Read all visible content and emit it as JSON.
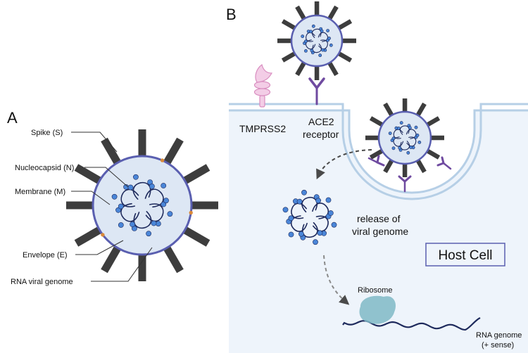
{
  "panel_a": {
    "letter": "A",
    "labels": {
      "spike": "Spike (S)",
      "nucleocapsid": "Nucleocapsid (N)",
      "membrane": "Membrane (M)",
      "envelope": "Envelope (E)",
      "rna": "RNA viral genome"
    }
  },
  "panel_b": {
    "letter": "B",
    "labels": {
      "tmprss2": "TMPRSS2",
      "ace2_line1": "ACE2",
      "ace2_line2": "receptor",
      "release_line1": "release of",
      "release_line2": "viral genome",
      "host_cell": "Host Cell",
      "ribosome": "Ribosome",
      "rna_line1": "RNA genome",
      "rna_line2": "(+ sense)"
    }
  },
  "colors": {
    "spike": "#3d3d3d",
    "virion_fill": "#dde7f4",
    "virion_ring": "#5a5fb0",
    "genome_strand": "#1e2a5c",
    "genome_bead": "#4a86d8",
    "membrane": "#b6cfe6",
    "host_fill": "#eef4fb",
    "receptor": "#6f4aa0",
    "tmprss2": "#e6a3cf",
    "ribosome": "#7fb8c6",
    "envelope": "#d9893a"
  }
}
